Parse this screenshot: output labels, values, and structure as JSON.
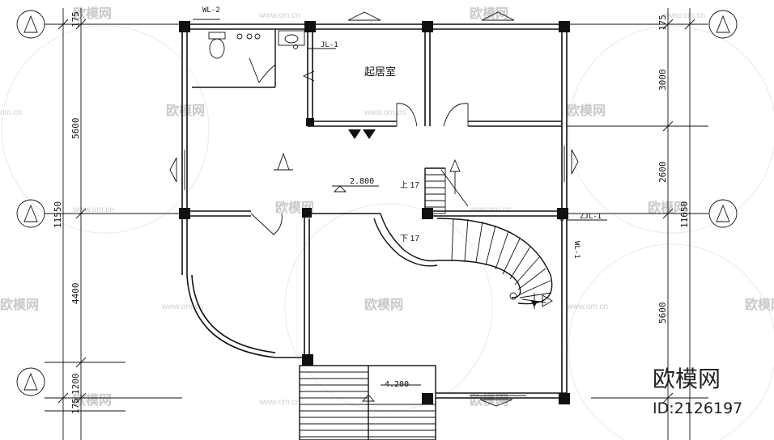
{
  "watermark": {
    "brand": "欧模网",
    "domain": "www.om.cn",
    "domain_short": "om.cn",
    "id_label": "ID:2126197"
  },
  "rooms": {
    "living_room": "起居室"
  },
  "levels": {
    "floor": "2.800",
    "entry": "4.200"
  },
  "stairs": {
    "up": "上 17",
    "down": "下 17"
  },
  "pipes": {
    "wl2": "WL-2",
    "jl1": "JL-1",
    "zjl1": "ZJL-1",
    "wl1": "WL-1"
  },
  "dimensions": {
    "left": {
      "d175_top": "175",
      "d5600": "5600",
      "total": "11550",
      "d4400": "4400",
      "d1200": "1200",
      "d175_bottom": "175"
    },
    "right": {
      "d175_top": "175",
      "d3000": "3000",
      "d2600": "2600",
      "total": "11650",
      "d5600": "5600"
    }
  }
}
